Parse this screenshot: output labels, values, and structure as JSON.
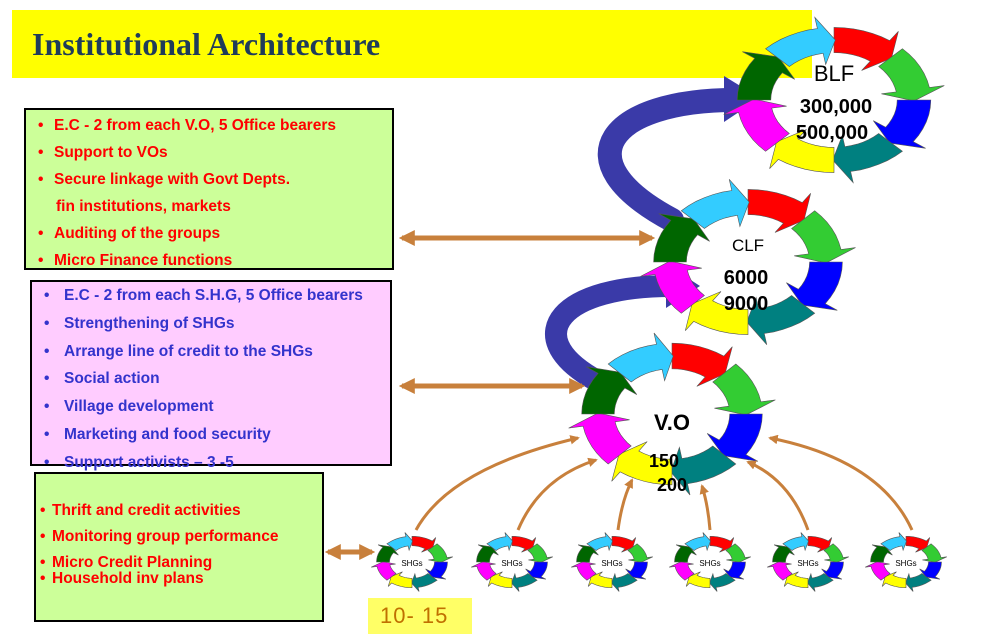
{
  "title": "Institutional Architecture",
  "levels": {
    "blf": {
      "name": "BLF",
      "range_low": "300,000",
      "range_high": "500,000"
    },
    "clf": {
      "name": "CLF",
      "range_low": "6000",
      "range_high": "9000"
    },
    "vo": {
      "name": "V.O",
      "range_low": "150",
      "range_high": "200"
    },
    "shg": {
      "name": "SHGs",
      "count": "10- 15"
    }
  },
  "vo_functions": [
    "E.C - 2 from each V.O, 5 Office bearers",
    "Support to  VOs",
    "Secure linkage with Govt Depts.",
    "fin institutions, markets",
    "Auditing of the groups",
    "Micro Finance functions"
  ],
  "clf_functions": [
    "E.C - 2 from each S.H.G, 5 Office  bearers",
    "Strengthening of SHGs",
    "Arrange line of credit to the SHGs",
    "Social action",
    "Village development",
    "Marketing and food security",
    "Support activists – 3 -5"
  ],
  "shg_functions": [
    "Thrift and credit activities",
    "Monitoring group performance",
    "Micro Credit Planning",
    "Household inv plans"
  ],
  "colors": {
    "title_bar": "#ffff00",
    "title_text": "#1f3c5a",
    "green_box": "#ccff99",
    "pink_box": "#ffccff",
    "red_text": "#ff0000",
    "blue_text": "#3333cc",
    "arrow_brown": "#c8803c",
    "spiral_blue": "#3a3aa8",
    "count_box": "#ffff66",
    "count_text": "#c07000",
    "cycle": [
      "#ff0000",
      "#33cc33",
      "#0000ff",
      "#008080",
      "#ffff00",
      "#ff00ff",
      "#006600",
      "#33ccff"
    ]
  }
}
